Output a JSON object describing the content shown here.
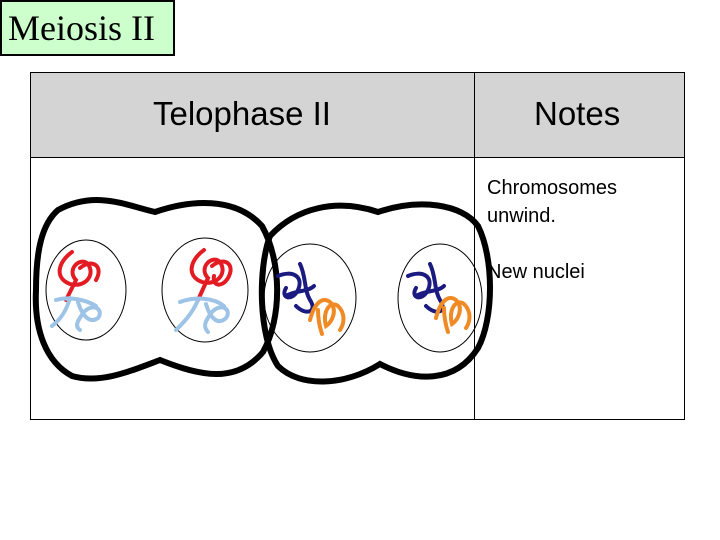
{
  "slide": {
    "title": "Meiosis II"
  },
  "table": {
    "headers": [
      "Telophase II",
      "Notes"
    ],
    "notes": [
      "Chromosomes unwind.",
      "New nuclei"
    ]
  },
  "colors": {
    "title_bg": "#ccffcc",
    "header_bg": "#d4d4d4",
    "chromosome_red": "#e31b23",
    "chromosome_light_blue": "#9dc3e6",
    "chromosome_navy": "#1a1a80",
    "chromosome_orange": "#f08a24"
  }
}
